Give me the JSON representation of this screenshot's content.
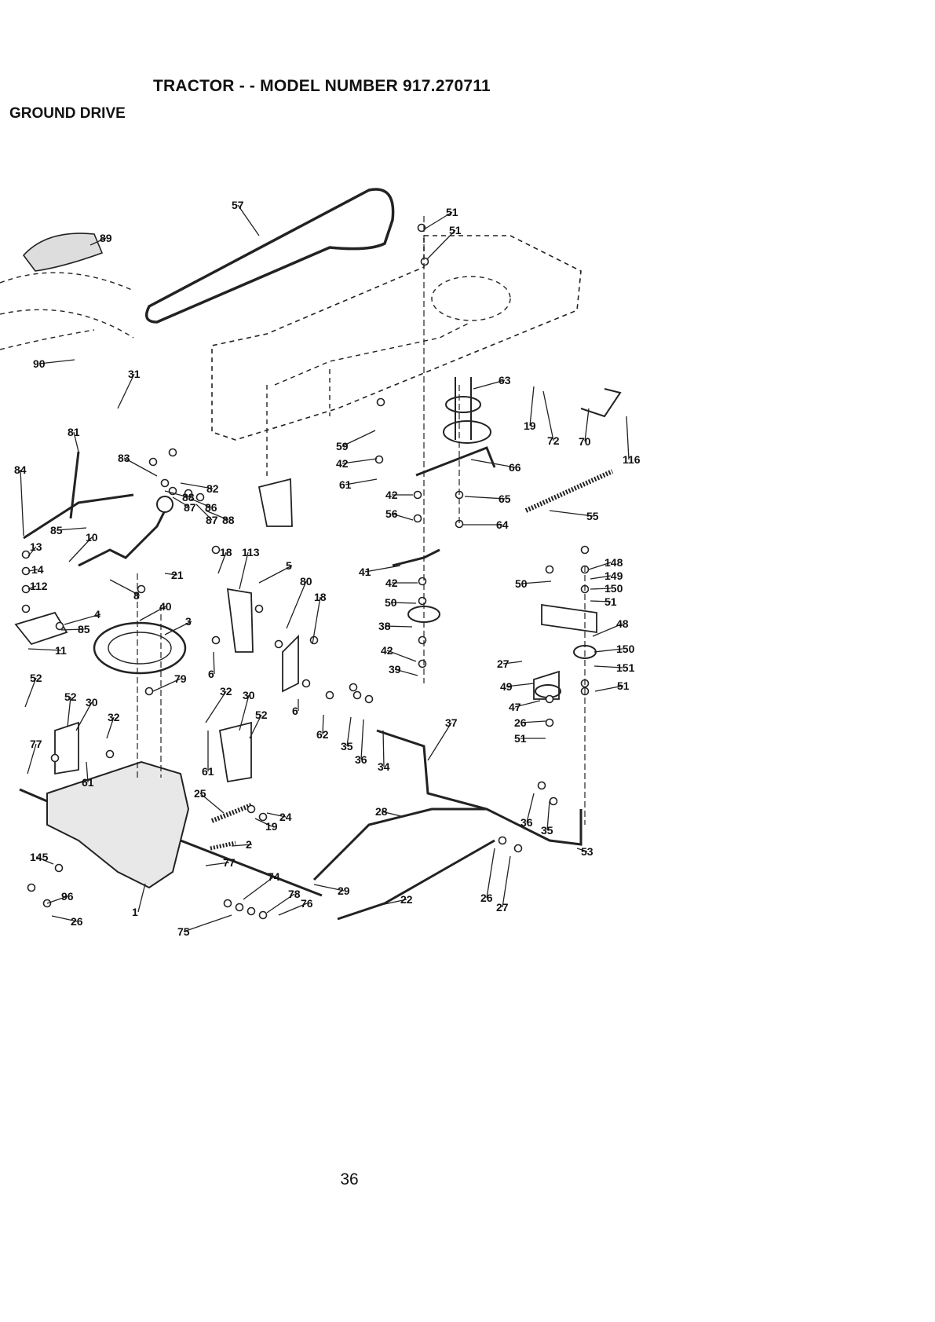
{
  "header": {
    "title": "TRACTOR - - MODEL NUMBER 917.270711",
    "section": "GROUND DRIVE"
  },
  "page_number": "36",
  "callouts": [
    "57",
    "51",
    "51",
    "89",
    "90",
    "31",
    "63",
    "19",
    "72",
    "70",
    "116",
    "81",
    "83",
    "84",
    "82",
    "88",
    "87",
    "86",
    "87",
    "88",
    "59",
    "42",
    "61",
    "66",
    "42",
    "56",
    "65",
    "64",
    "55",
    "85",
    "10",
    "13",
    "14",
    "112",
    "18",
    "113",
    "21",
    "8",
    "41",
    "42",
    "50",
    "50",
    "148",
    "149",
    "150",
    "51",
    "5",
    "80",
    "4",
    "40",
    "3",
    "18",
    "38",
    "48",
    "85",
    "11",
    "42",
    "150",
    "27",
    "151",
    "39",
    "6",
    "51",
    "52",
    "32",
    "30",
    "79",
    "6",
    "49",
    "47",
    "52",
    "30",
    "32",
    "52",
    "62",
    "35",
    "36",
    "26",
    "51",
    "37",
    "77",
    "34",
    "61",
    "61",
    "25",
    "19",
    "24",
    "28",
    "36",
    "35",
    "53",
    "145",
    "2",
    "77",
    "96",
    "74",
    "29",
    "22",
    "78",
    "76",
    "26",
    "27",
    "1",
    "75",
    "26"
  ]
}
